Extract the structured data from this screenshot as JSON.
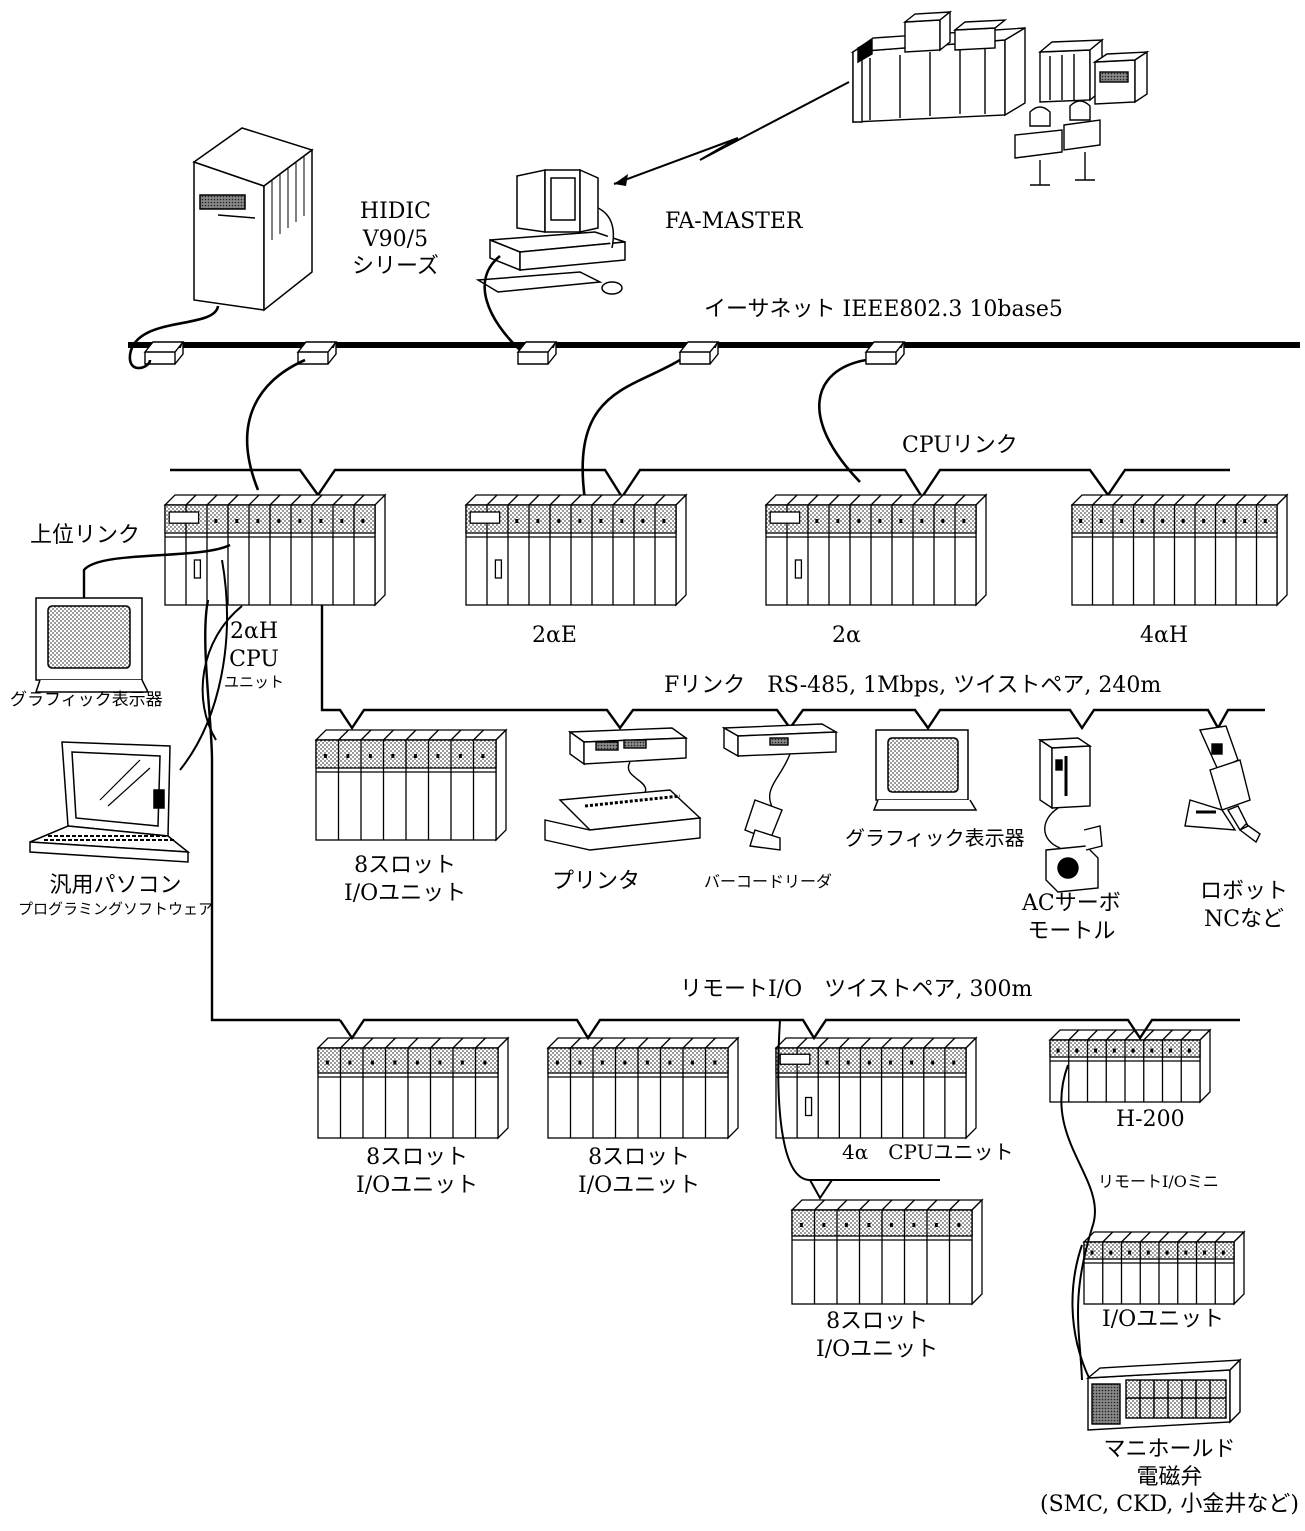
{
  "colors": {
    "ink": "#000000",
    "paper": "#ffffff",
    "dots": "#6d6d6d"
  },
  "networks": {
    "ethernet": "イーサネット IEEE802.3 10base5",
    "cpu_link": "CPUリンク",
    "upper_link": "上位リンク",
    "f_link": "Fリンク　RS-485, 1Mbps, ツイストペア, 240m",
    "remote_io": "リモートI/O　ツイストペア, 300m",
    "remote_io_mini": "リモートI/Oミニ"
  },
  "host": {
    "hidic": [
      "HIDIC",
      "V90/5",
      "シリーズ"
    ],
    "fa_master": "FA-MASTER"
  },
  "cpu_units": {
    "a2h": [
      "2αH",
      "CPU",
      "ユニット"
    ],
    "a2e": "2αE",
    "a2": "2α",
    "a4h": "4αH"
  },
  "devices": {
    "graphic_display_left": "グラフィック表示器",
    "pc": [
      "汎用パソコン",
      "プログラミングソフトウェア"
    ],
    "io_8slot": [
      "8スロット",
      "I/Oユニット"
    ],
    "printer": "プリンタ",
    "barcode": "バーコードリーダ",
    "graphic_display_f": "グラフィック表示器",
    "servo": [
      "ACサーボ",
      "モートル"
    ],
    "robot": [
      "ロボット",
      "NCなど"
    ],
    "cpu_4a": "4α　CPUユニット",
    "h200": "H-200",
    "io_unit": "I/Oユニット",
    "manifold": [
      "マニホールド",
      "電磁弁",
      "(SMC, CKD, 小金井など)"
    ]
  },
  "icons": [
    "mainframe-cluster-icon",
    "minicomputer-icon",
    "workstation-icon",
    "transceiver-icon",
    "plc-rack-icon",
    "graphic-display-icon",
    "laptop-icon",
    "printer-icon",
    "barcode-reader-icon",
    "servo-motor-icon",
    "robot-arm-icon",
    "valve-manifold-icon"
  ]
}
